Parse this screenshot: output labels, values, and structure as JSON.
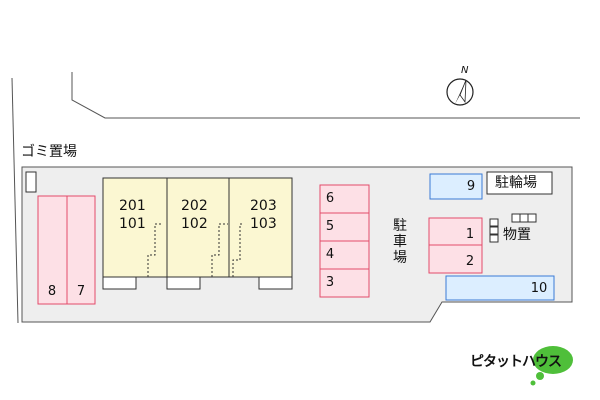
{
  "north_label": "N",
  "garbage_label": "ゴミ置場",
  "units": [
    {
      "upper": "201",
      "lower": "101"
    },
    {
      "upper": "202",
      "lower": "102"
    },
    {
      "upper": "203",
      "lower": "103"
    }
  ],
  "parking_spaces": [
    "6",
    "5",
    "4",
    "3",
    "1",
    "2",
    "8",
    "7",
    "9",
    "10"
  ],
  "parking_label": [
    "駐",
    "車",
    "場"
  ],
  "bicycle_label": "駐輪場",
  "storage_label": "物置",
  "brand": "ピタットハウス",
  "colors": {
    "building": "#fbf7d2",
    "parking": "#fde0e6",
    "parking_stroke": "#e34b6a",
    "bicycle": "#dceeff",
    "bicycle_stroke": "#3a7bd5",
    "lot": "#eeeeee",
    "brand_green": "#4fbf3a"
  }
}
